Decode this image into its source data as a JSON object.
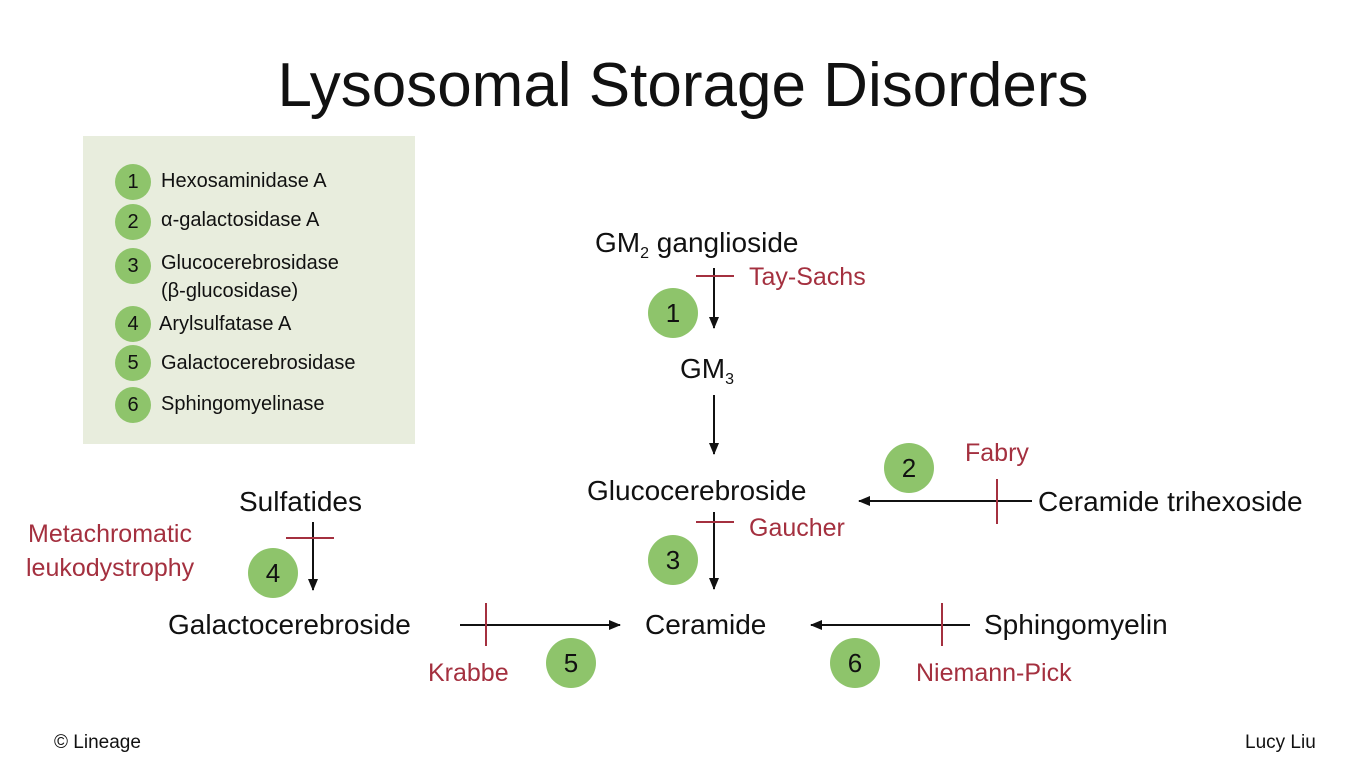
{
  "title": "Lysosomal Storage Disorders",
  "legend": {
    "items": [
      {
        "num": "1",
        "lines": [
          "Hexosaminidase A"
        ]
      },
      {
        "num": "2",
        "lines": [
          "α-galactosidase A"
        ]
      },
      {
        "num": "3",
        "lines": [
          "Glucocerebrosidase",
          "(β-glucosidase)"
        ]
      },
      {
        "num": "4",
        "lines": [
          "Arylsulfatase A"
        ]
      },
      {
        "num": "5",
        "lines": [
          "Galactocerebrosidase"
        ]
      },
      {
        "num": "6",
        "lines": [
          "Sphingomyelinase"
        ]
      }
    ]
  },
  "compounds": {
    "gm2": {
      "base": "GM",
      "sub": "2",
      "rest": " ganglioside"
    },
    "gm3": {
      "base": "GM",
      "sub": "3"
    },
    "glucocerebroside": "Glucocerebroside",
    "ceramide_trihexoside": "Ceramide trihexoside",
    "sulfatides": "Sulfatides",
    "galactocerebroside": "Galactocerebroside",
    "ceramide": "Ceramide",
    "sphingomyelin": "Sphingomyelin"
  },
  "diseases": {
    "tay_sachs": "Tay-Sachs",
    "fabry": "Fabry",
    "gaucher": "Gaucher",
    "metachromatic": [
      "Metachromatic",
      "leukodystrophy"
    ],
    "krabbe": "Krabbe",
    "niemann_pick": "Niemann-Pick"
  },
  "enzyme_badges": {
    "b1": "1",
    "b2": "2",
    "b3": "3",
    "b4": "4",
    "b5": "5",
    "b6": "6"
  },
  "footer": {
    "left": "© Lineage",
    "right": "Lucy Liu"
  },
  "colors": {
    "disease": "#a4303f",
    "badge": "#8ec46b",
    "legend_bg": "#e8eddd",
    "text": "#111111"
  }
}
